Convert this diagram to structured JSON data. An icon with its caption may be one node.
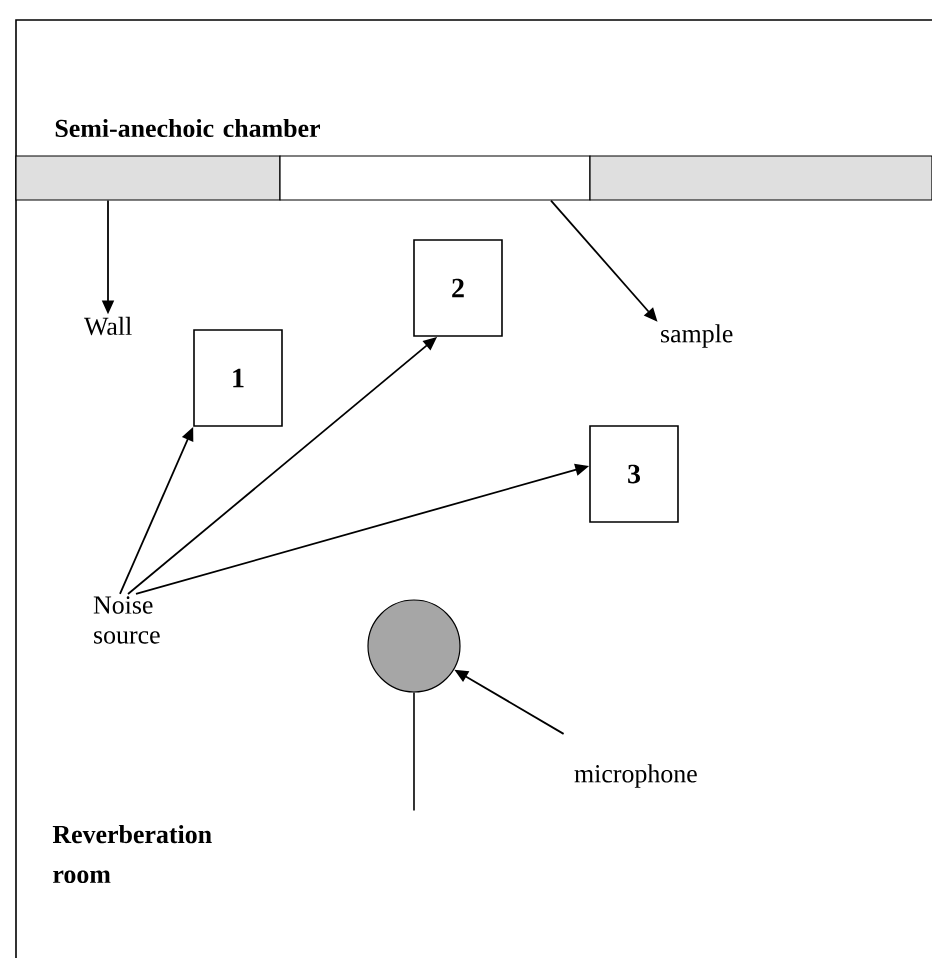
{
  "diagram": {
    "nodes": [
      {
        "text": [],
        "shape": "bar"
      },
      {
        "text": [],
        "shape": "box"
      },
      {
        "text": [],
        "shape": "bar"
      },
      {
        "text": [
          "Wall"
        ]
      },
      {
        "text": [
          "sample"
        ]
      },
      {
        "text": [
          "1"
        ]
      },
      {
        "text": [
          "2"
        ]
      },
      {
        "text": [
          "3"
        ]
      },
      {
        "text": [
          "Noise source"
        ]
      },
      {
        "text": [],
        "shape": "circle"
      },
      {
        "text": [
          "microphone"
        ]
      }
    ],
    "edges": [
      {
        "from": 0,
        "to": 3,
        "arrow": "to"
      },
      {
        "from": 1,
        "to": 4,
        "arrow": "to"
      },
      {
        "from": 8,
        "to": 5,
        "arrow": "to"
      },
      {
        "from": 8,
        "to": 6,
        "arrow": "to"
      },
      {
        "from": 8,
        "to": 7,
        "arrow": "to"
      },
      {
        "from": 10,
        "to": 9,
        "arrow": "to"
      }
    ],
    "labels": [
      "Semi-anechoic chamber",
      "Reverberation room"
    ]
  }
}
